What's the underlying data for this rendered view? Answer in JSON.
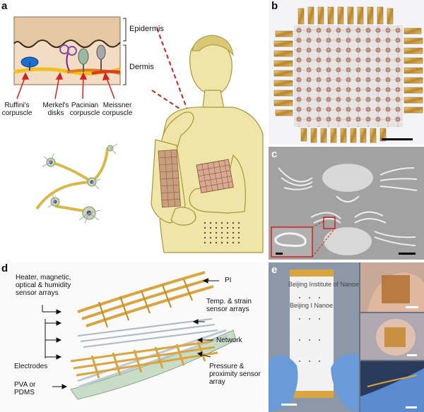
{
  "panels": {
    "a": {
      "label": "a",
      "layers": {
        "epidermis": "Epidermis",
        "dermis": "Dermis"
      },
      "receptors": [
        {
          "name": "Ruffini's\ncorpuscle"
        },
        {
          "name": "Merkel's\ndisks"
        },
        {
          "name": "Pacinian\ncorpuscle"
        },
        {
          "name": "Meissner\ncorpuscle"
        }
      ]
    },
    "b": {
      "label": "b"
    },
    "c": {
      "label": "c"
    },
    "d": {
      "label": "d",
      "labels": {
        "heater": "Heater, magnetic,\noptical & humidity\nsensor arrays",
        "pi": "PI",
        "temp": "Temp. & strain\nsensor arrays",
        "network": "Network",
        "electrodes": "Electrodes",
        "pressure": "Pressure &\nproximity sensor\narray",
        "substrate": "PVA or\nPDMS"
      }
    },
    "e": {
      "label": "e",
      "roll_text": [
        "Beijing Institute of Nanoe",
        "Beijing I  Nanoe"
      ]
    }
  },
  "colors": {
    "skin_top": "#e6c7a4",
    "dermis": "#f3dcc4",
    "gold": "#d8a540",
    "figure": "#efe5a8",
    "accent_red": "#d32020"
  }
}
